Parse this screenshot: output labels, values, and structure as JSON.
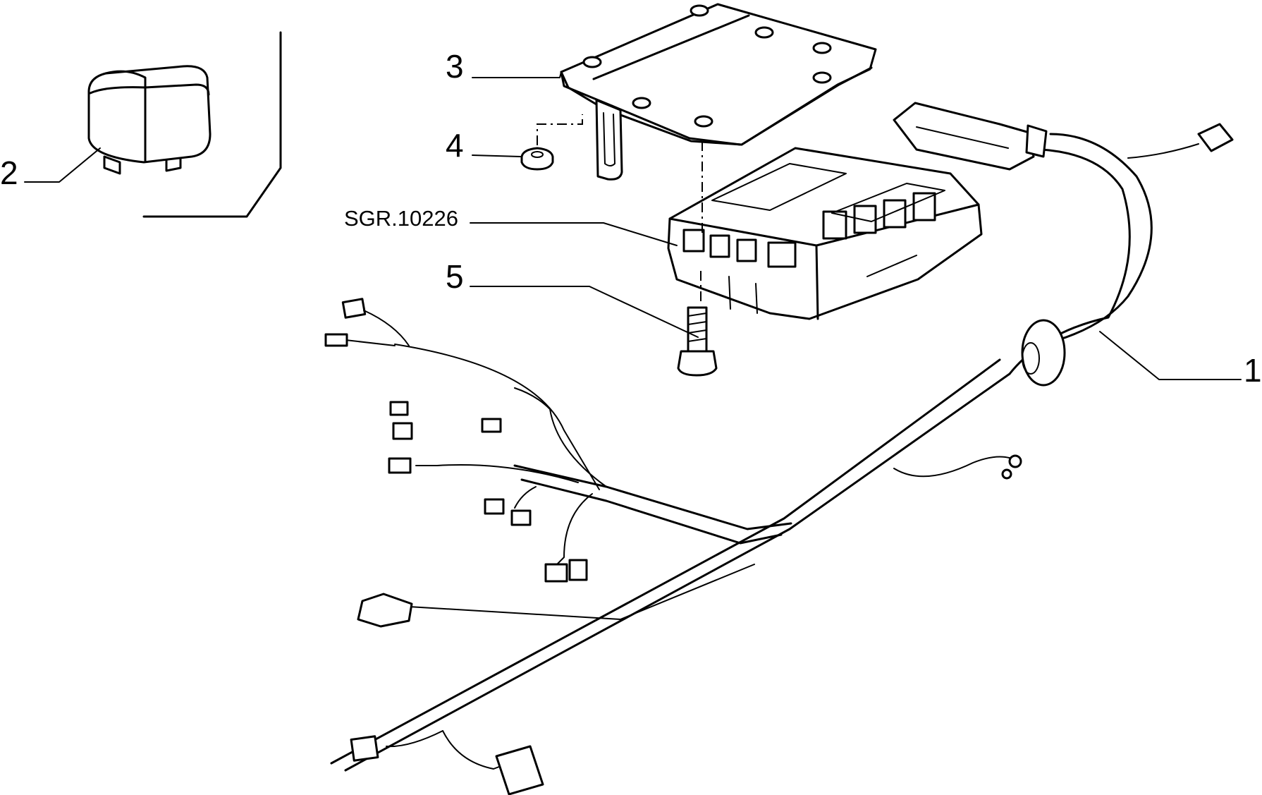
{
  "callouts": {
    "c1": "1",
    "c2": "2",
    "c3": "3",
    "c4": "4",
    "c5": "5",
    "ref": "SGR.10226"
  },
  "colors": {
    "line": "#000000",
    "background": "#ffffff"
  }
}
